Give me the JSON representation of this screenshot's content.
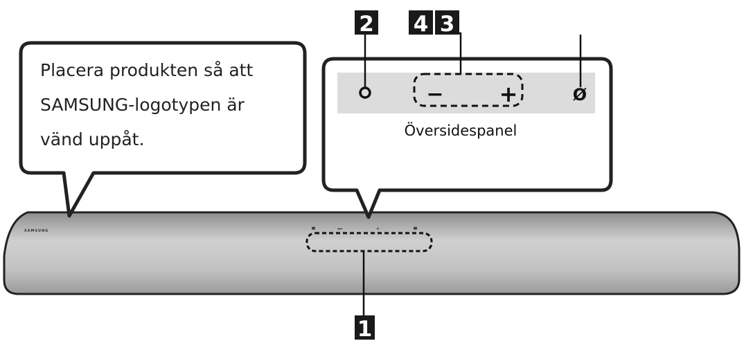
{
  "callout_left": {
    "lines": [
      "Placera produkten så att",
      "SAMSUNG-logotypen är",
      "vänd uppåt."
    ]
  },
  "callout_right": {
    "title": "Översidespanel",
    "buttons": {
      "power": "power-icon",
      "volume_down": "−",
      "volume_up": "+",
      "source": "Ø"
    }
  },
  "labels": {
    "one": "1",
    "two": "2",
    "three": "3",
    "four": "4"
  },
  "soundbar": {
    "logo": "SAMSUNG"
  },
  "colors": {
    "label_bg": "#1a1a1a",
    "panel_strip": "#dcdcdc",
    "soundbar_body": "#b8b8b8"
  }
}
